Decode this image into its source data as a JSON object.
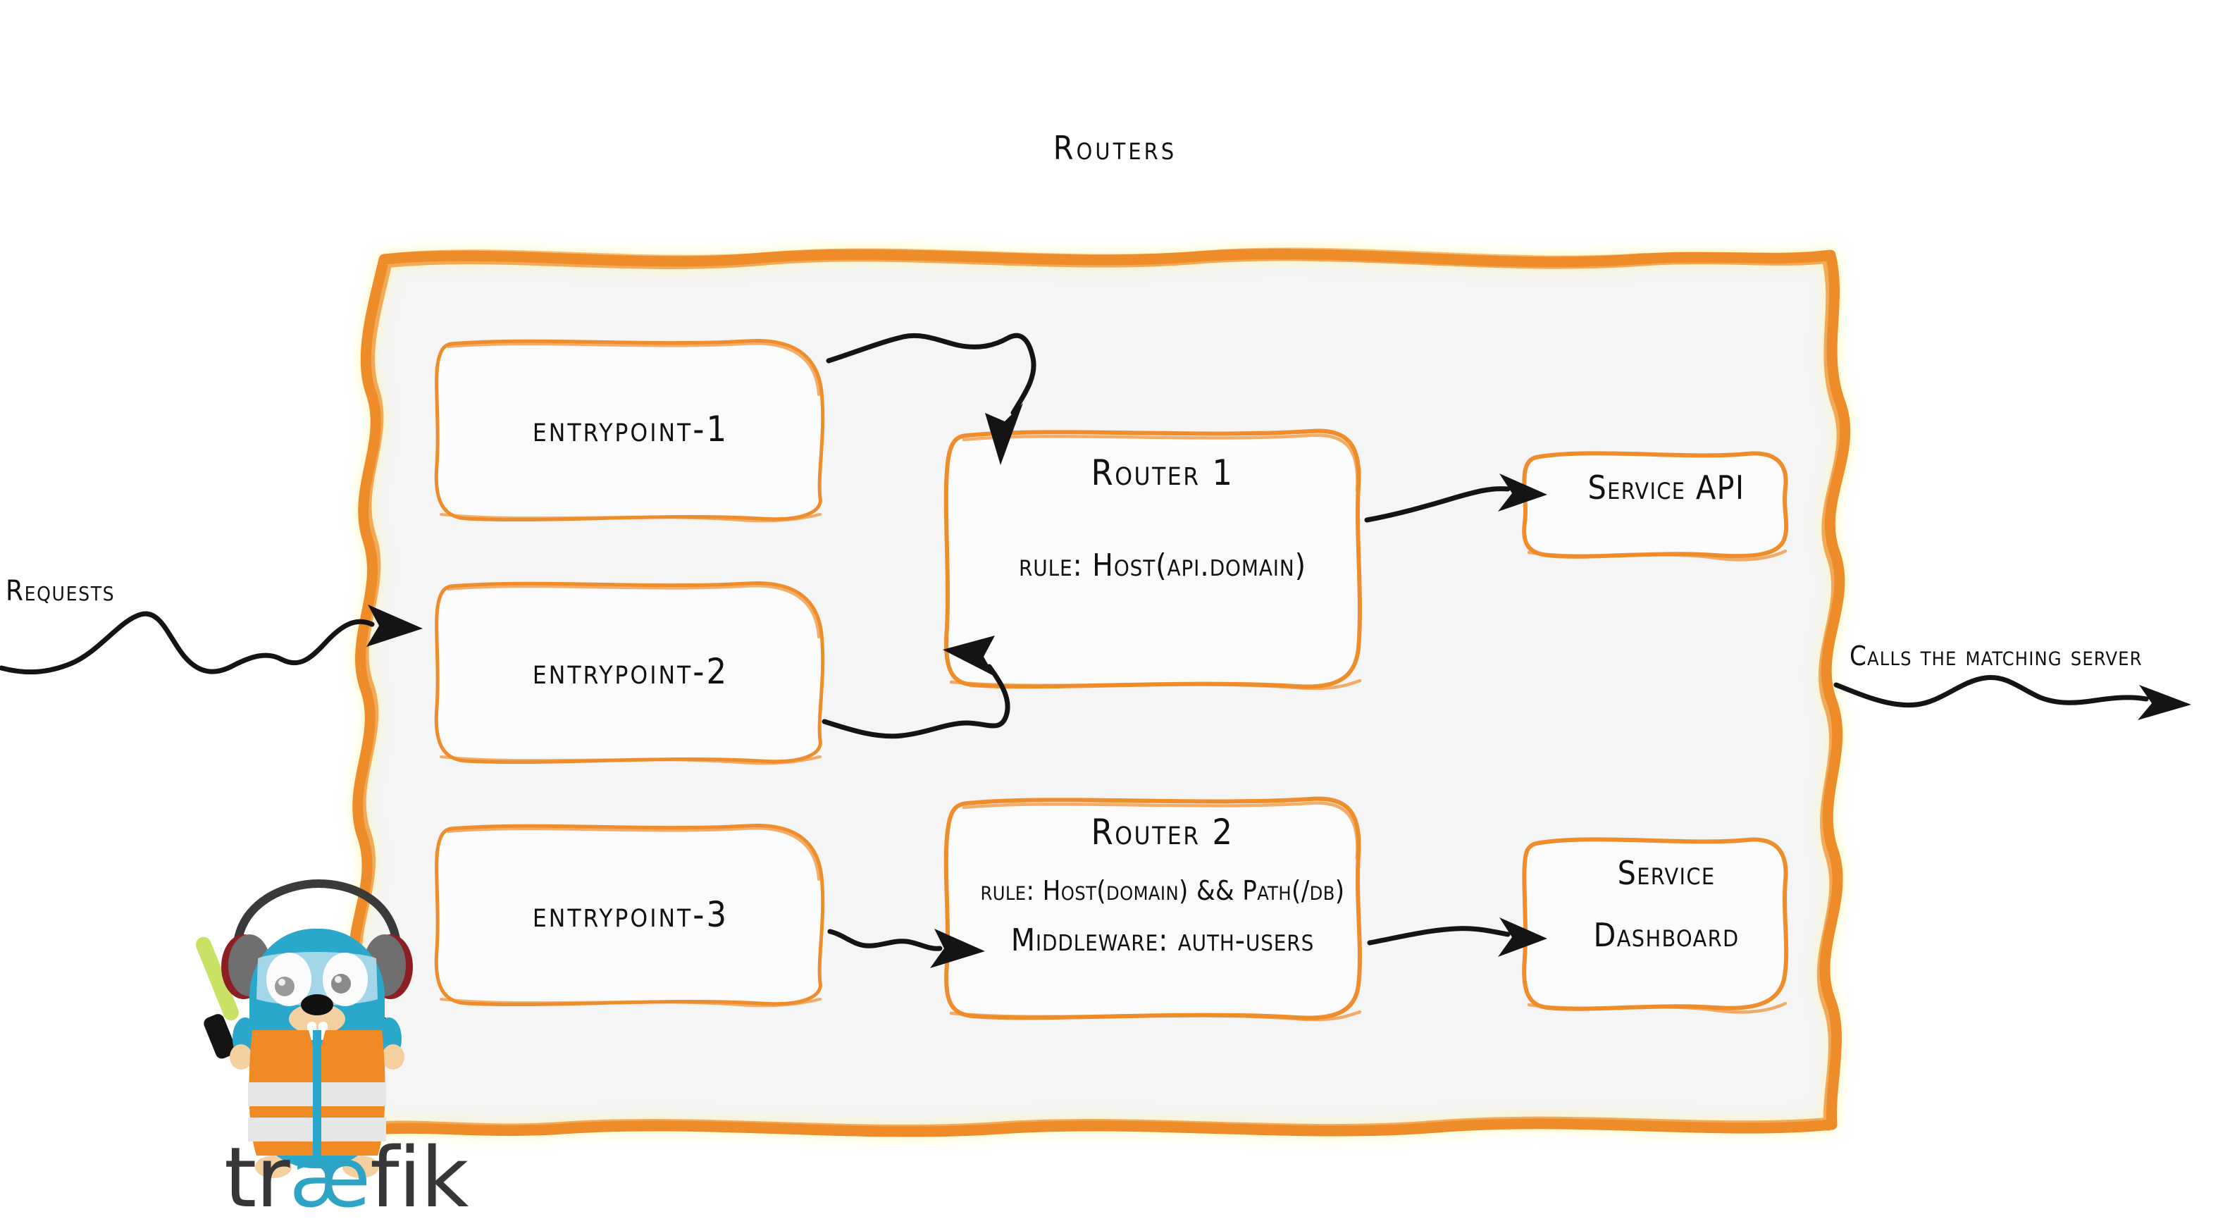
{
  "diagram": {
    "title": "Routers",
    "colors": {
      "accent_orange": "#ef8c2b",
      "panel_fill": "#f5f5f5",
      "ink": "#111111",
      "gopher_cyan": "#29a8cc",
      "vest_orange": "#f08a24",
      "logo_dark": "#37373a",
      "logo_cyan": "#2ea3c4"
    },
    "entrypoints": [
      {
        "label": "entrypoint-1"
      },
      {
        "label": "entrypoint-2"
      },
      {
        "label": "entrypoint-3"
      }
    ],
    "routers": [
      {
        "title": "Router 1",
        "rule": "rule: Host(api.domain)"
      },
      {
        "title": "Router 2",
        "rule": "rule: Host(domain) && Path(/db)",
        "middleware": "Middleware: auth-users"
      }
    ],
    "services": [
      {
        "label": "Service API"
      },
      {
        "line1": "Service",
        "line2": "Dashboard"
      }
    ],
    "inbound_label": "Requests",
    "outbound_label": "Calls the matching server",
    "brand": {
      "word_part1": "tr",
      "word_part2": "æ",
      "word_part3": "fik"
    }
  }
}
